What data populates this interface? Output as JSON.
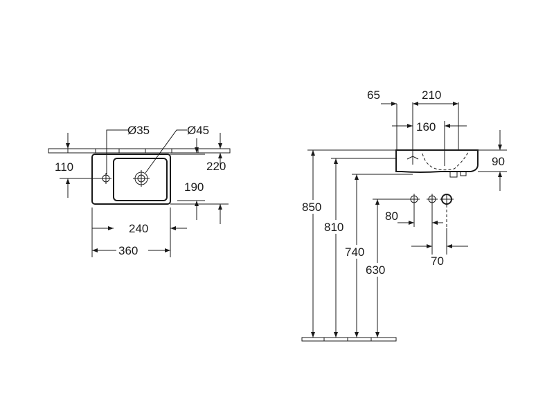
{
  "colors": {
    "line": "#1a1a1a",
    "background": "#ffffff"
  },
  "top_view": {
    "tap_hole_small": "Ø35",
    "tap_hole_large": "Ø45",
    "dim_110": "110",
    "dim_220": "220",
    "dim_190": "190",
    "dim_240": "240",
    "dim_360": "360"
  },
  "side_view": {
    "dim_65": "65",
    "dim_210": "210",
    "dim_160": "160",
    "dim_90": "90",
    "dim_80": "80",
    "dim_70": "70",
    "height_850": "850",
    "height_810": "810",
    "height_740": "740",
    "height_630": "630"
  }
}
